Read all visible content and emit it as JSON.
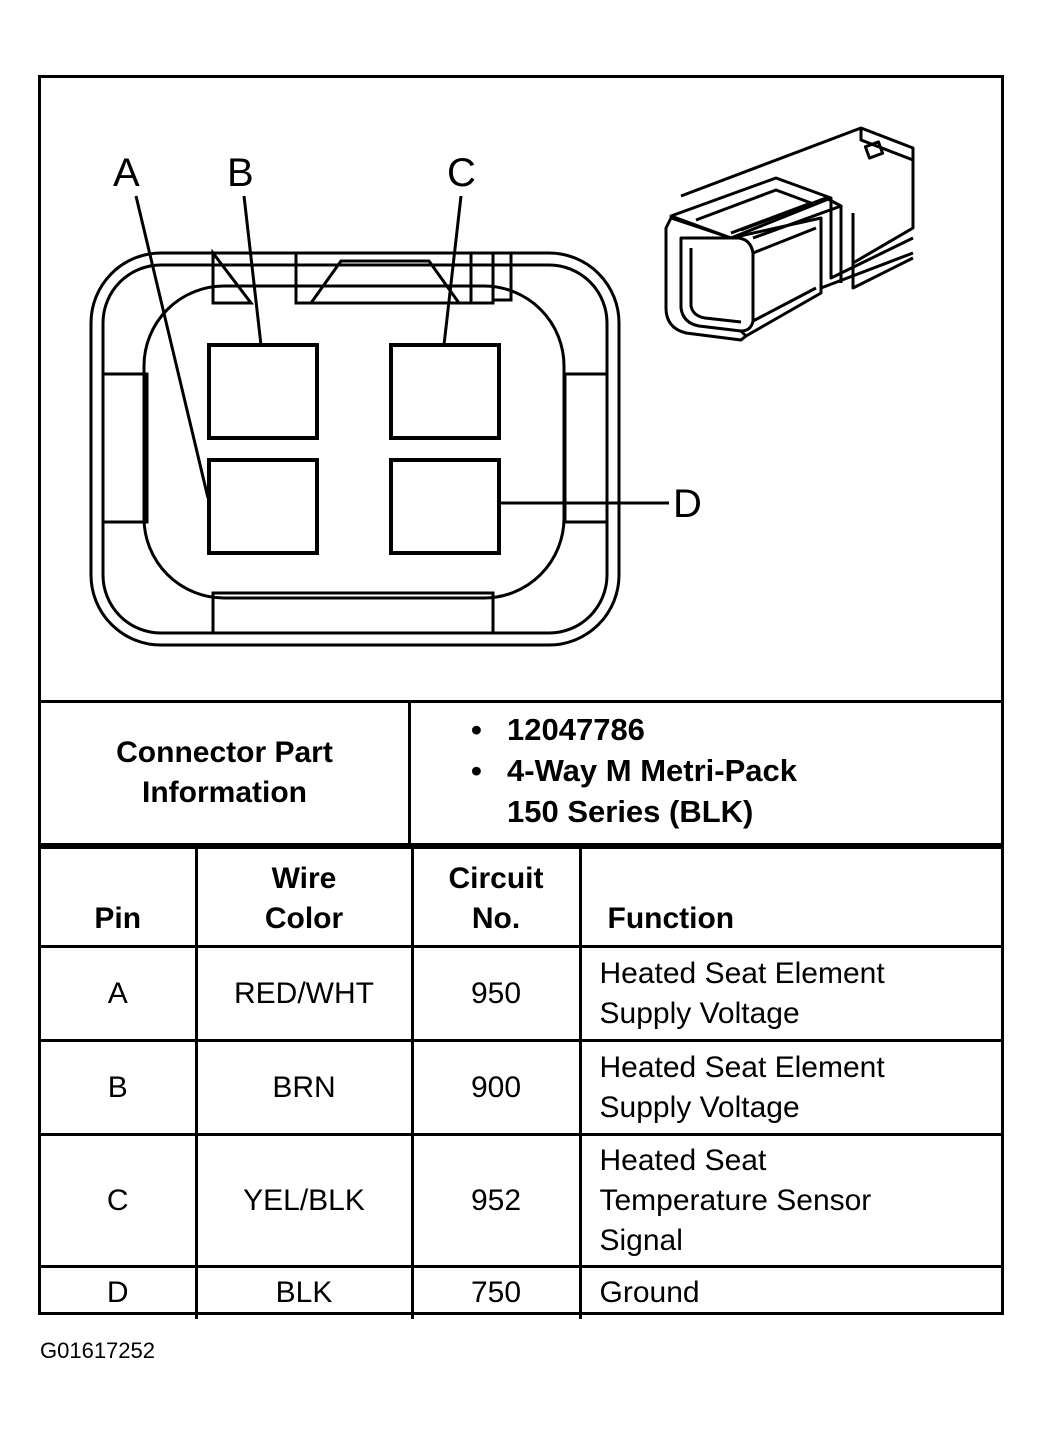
{
  "diagram": {
    "pin_labels": [
      "A",
      "B",
      "C",
      "D"
    ]
  },
  "connector_info": {
    "label_line1": "Connector Part",
    "label_line2": "Information",
    "bullet": "•",
    "part_number": "12047786",
    "description_line1": "4-Way M Metri-Pack",
    "description_line2": "150 Series (BLK)"
  },
  "table": {
    "headers": {
      "pin": "Pin",
      "wire_color_line1": "Wire",
      "wire_color_line2": "Color",
      "circuit_line1": "Circuit",
      "circuit_line2": "No.",
      "function": "Function"
    },
    "rows": [
      {
        "pin": "A",
        "wire_color": "RED/WHT",
        "circuit": "950",
        "function_lines": [
          "Heated Seat Element",
          "Supply Voltage"
        ]
      },
      {
        "pin": "B",
        "wire_color": "BRN",
        "circuit": "900",
        "function_lines": [
          "Heated Seat Element",
          "Supply Voltage"
        ]
      },
      {
        "pin": "C",
        "wire_color": "YEL/BLK",
        "circuit": "952",
        "function_lines": [
          "Heated Seat",
          "Temperature Sensor",
          "Signal"
        ]
      },
      {
        "pin": "D",
        "wire_color": "BLK",
        "circuit": "750",
        "function_lines": [
          "Ground"
        ]
      }
    ]
  },
  "footer": {
    "code": "G01617252"
  }
}
